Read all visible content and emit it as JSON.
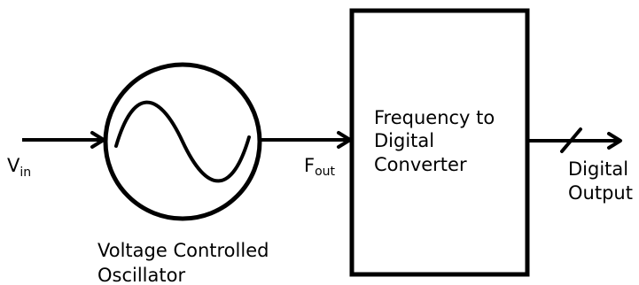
{
  "diagram": {
    "input": {
      "label": "V",
      "subscript": "in"
    },
    "vco": {
      "caption_line1": "Voltage Controlled",
      "caption_line2": "Oscillator"
    },
    "vco_output": {
      "label": "F",
      "subscript": "out"
    },
    "converter": {
      "line1": "Frequency to",
      "line2": "Digital",
      "line3": "Converter"
    },
    "output": {
      "line1": "Digital",
      "line2": "Output"
    }
  },
  "colors": {
    "stroke": "#000000",
    "background": "#ffffff"
  }
}
